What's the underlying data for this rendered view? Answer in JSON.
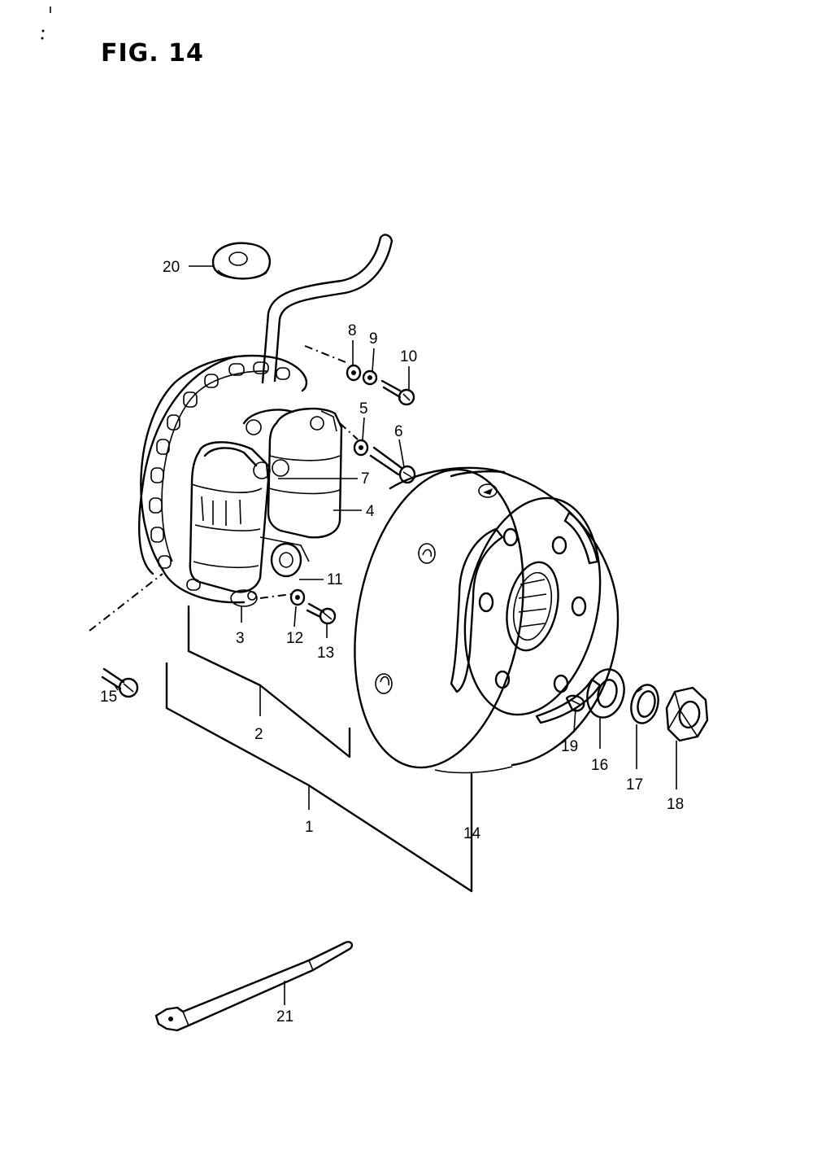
{
  "figure": {
    "title": "FIG. 14"
  },
  "callouts": {
    "c1": "1",
    "c2": "2",
    "c3": "3",
    "c4": "4",
    "c5": "5",
    "c6": "6",
    "c7": "7",
    "c8": "8",
    "c9": "9",
    "c10": "10",
    "c11": "11",
    "c12": "12",
    "c13": "13",
    "c14": "14",
    "c15": "15",
    "c16": "16",
    "c17": "17",
    "c18": "18",
    "c19": "19",
    "c20": "20",
    "c21": "21"
  }
}
